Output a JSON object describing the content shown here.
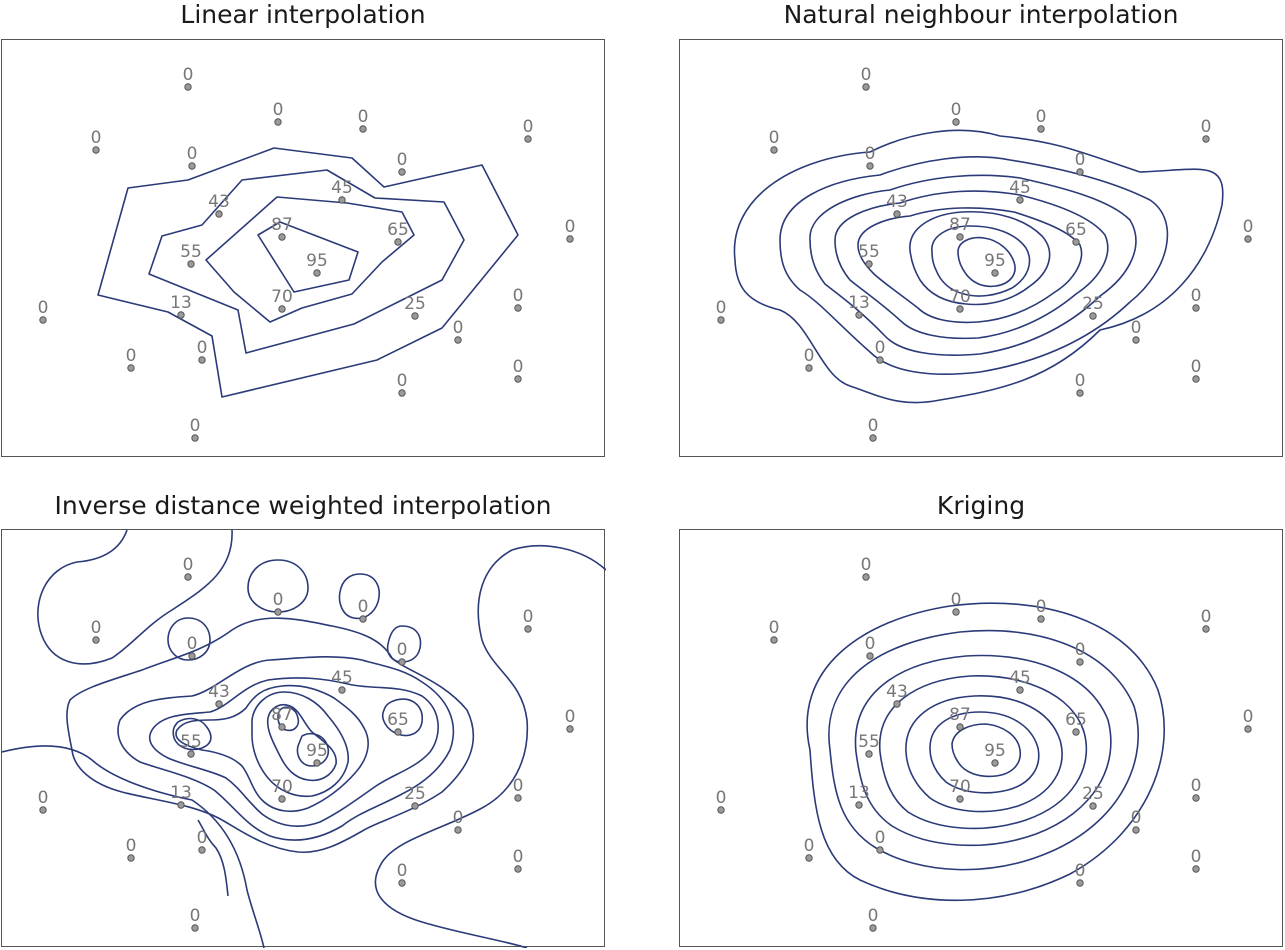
{
  "panels": [
    {
      "id": "linear",
      "title": "Linear interpolation"
    },
    {
      "id": "natural",
      "title": "Natural neighbour interpolation"
    },
    {
      "id": "idw",
      "title": "Inverse distance weighted interpolation"
    },
    {
      "id": "kriging",
      "title": "Kriging"
    }
  ],
  "sample_points": [
    {
      "v": "0"
    },
    {
      "v": "0"
    },
    {
      "v": "0"
    },
    {
      "v": "0"
    },
    {
      "v": "0"
    },
    {
      "v": "0"
    },
    {
      "v": "0"
    },
    {
      "v": "43"
    },
    {
      "v": "45"
    },
    {
      "v": "87"
    },
    {
      "v": "65"
    },
    {
      "v": "0"
    },
    {
      "v": "55"
    },
    {
      "v": "95"
    },
    {
      "v": "0"
    },
    {
      "v": "13"
    },
    {
      "v": "70"
    },
    {
      "v": "25"
    },
    {
      "v": "0"
    },
    {
      "v": "0"
    },
    {
      "v": "0"
    },
    {
      "v": "0"
    },
    {
      "v": "0"
    },
    {
      "v": "0"
    }
  ],
  "colors": {
    "contour": "#2b3a78",
    "label": "#777777",
    "point": "#9a9a9a",
    "border": "#555555"
  }
}
